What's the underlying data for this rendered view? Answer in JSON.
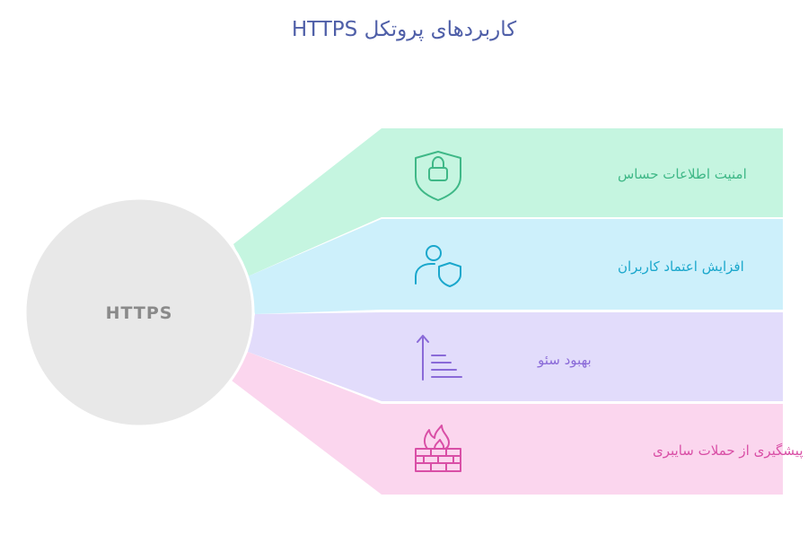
{
  "title": "کاربردهای پروتکل HTTPS",
  "center": {
    "label": "HTTPS",
    "fill": "#e8e8e8"
  },
  "items": [
    {
      "label": "امنیت اطلاعات حساس",
      "icon": "shield-lock-icon",
      "fill": "#c5f5e0",
      "color": "#3fb887"
    },
    {
      "label": "افزایش اعتماد کاربران",
      "icon": "user-shield-icon",
      "fill": "#cdf0fb",
      "color": "#1aa7cc"
    },
    {
      "label": "بهبود سئو",
      "icon": "ascending-bars-icon",
      "fill": "#e2dcfb",
      "color": "#8a6ad8"
    },
    {
      "label": "پیشگیری از حملات سایبری",
      "icon": "firewall-icon",
      "fill": "#fbd6ee",
      "color": "#d94fa6"
    }
  ]
}
